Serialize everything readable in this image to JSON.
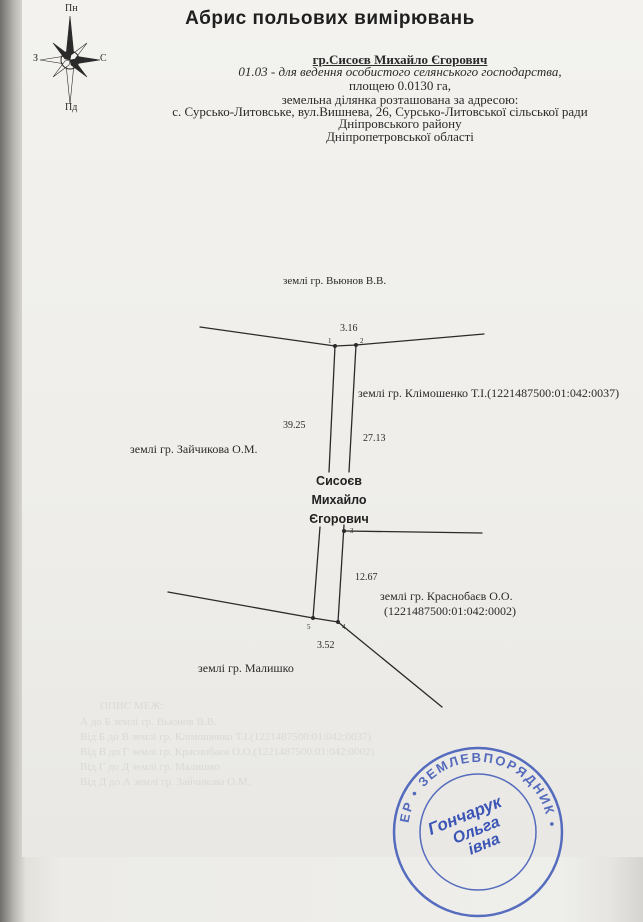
{
  "title": "Абрис польових вимірювань",
  "compass": {
    "north": "Пн",
    "south": "Пд",
    "east": "С",
    "west": "З"
  },
  "header": {
    "owner": "гр.Сисоєв Михайло Єгорович",
    "purpose": "01.03 - для ведення особистого селянського господарства,",
    "area": "площею 0.0130 га,",
    "address_line1": "земельна ділянка розташована за адресою:",
    "address_line2": "с. Сурсько-Литовське, вул.Вишнева, 26,  Сурсько-Литовської сільської ради",
    "address_line3": "Дніпровського району",
    "address_line4": "Дніпропетровської області"
  },
  "plan": {
    "neighbor_north": "землі гр. Вьюнов В.В.",
    "neighbor_east_upper": "землі гр. Клімошенко Т.І.(1221487500:01:042:0037)",
    "neighbor_west": "землі гр. Зайчикова О.М.",
    "neighbor_east_lower_line1": "землі гр. Краснобаєв О.О.",
    "neighbor_east_lower_line2": "(1221487500:01:042:0002)",
    "neighbor_south": "землі гр. Малишко",
    "owner_line1": "Сисоєв",
    "owner_line2": "Михайло",
    "owner_line3": "Єгорович",
    "dim_top": "3.16",
    "dim_left": "39.25",
    "dim_right_upper": "27.13",
    "dim_right_lower": "12.67",
    "dim_bottom": "3.52",
    "point_1": "1",
    "point_2": "2",
    "point_3": "3",
    "point_4": "4",
    "point_5": "5"
  },
  "stamp": {
    "ring_text": "ЕР • ЗЕМЛЕВПОРЯДНИК •",
    "name_line1": "Гончарук",
    "name_line2": "Ольга",
    "name_line3": "івна"
  },
  "colors": {
    "ink": "#2a2a2a",
    "stamp": "#3b55b6",
    "paper": "#efeeea"
  }
}
